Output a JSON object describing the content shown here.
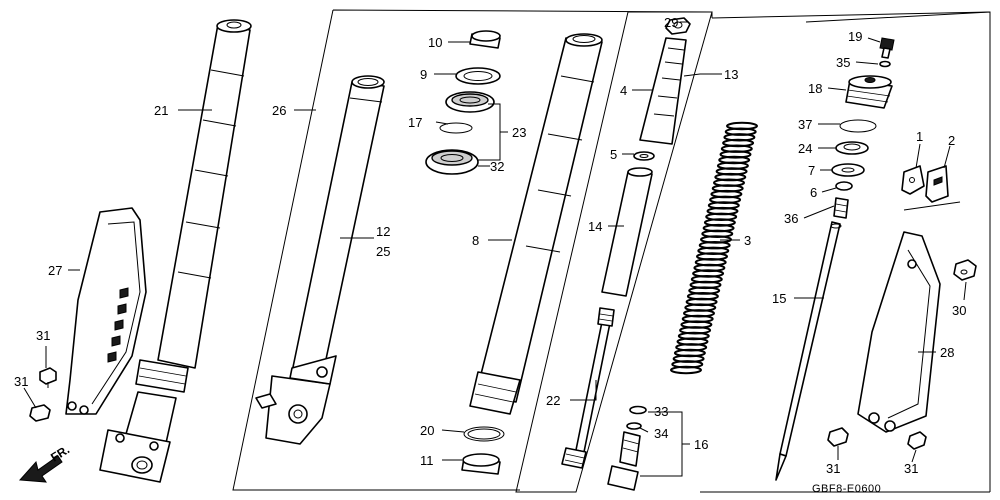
{
  "callouts": {
    "p1": "1",
    "p2": "2",
    "p3": "3",
    "p4": "4",
    "p5": "5",
    "p6": "6",
    "p7": "7",
    "p8": "8",
    "p9": "9",
    "p10": "10",
    "p11": "11",
    "p12": "12",
    "p13": "13",
    "p14": "14",
    "p15": "15",
    "p16": "16",
    "p17": "17",
    "p18": "18",
    "p19": "19",
    "p20": "20",
    "p21": "21",
    "p22": "22",
    "p23": "23",
    "p24": "24",
    "p25": "25",
    "p26": "26",
    "p27": "27",
    "p28": "28",
    "p29": "29",
    "p30": "30",
    "p31a": "31",
    "p31b": "31",
    "p31c": "31",
    "p31d": "31",
    "p32": "32",
    "p33": "33",
    "p34": "34",
    "p35": "35",
    "p36": "36",
    "p37": "37"
  },
  "direction_label": "FR.",
  "diagram_code": "GBF8-E0600"
}
